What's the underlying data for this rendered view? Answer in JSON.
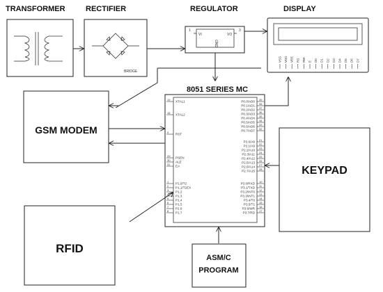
{
  "labels": {
    "transformer": "TRANSFORMER",
    "rectifier": "RECTIFIER",
    "regulator": "REGULATOR",
    "display": "DISPLAY",
    "mc_title": "8051 SERIES MC",
    "gsm": "GSM MODEM",
    "keypad": "KEYPAD",
    "rfid": "RFID",
    "program_line1": "ASM/C",
    "program_line2": "PROGRAM"
  },
  "rectifier_sub": "BRIDGE",
  "regulator_pins": {
    "vi": "VI",
    "vo": "VO",
    "gnd": "GND",
    "p1": "1",
    "p3": "3"
  },
  "display_pins": [
    "VSS",
    "VDD",
    "VEE",
    "RS",
    "RW",
    "E",
    "D0",
    "D1",
    "D2",
    "D3",
    "D4",
    "D5",
    "D6",
    "D7"
  ],
  "mc_left_pins": [
    {
      "num": "19",
      "name": "XTAL1"
    },
    {
      "num": "18",
      "name": "XTAL2"
    },
    {
      "num": "9",
      "name": "RST"
    },
    {
      "num": "29",
      "name": "PSEN"
    },
    {
      "num": "30",
      "name": "ALE"
    },
    {
      "num": "31",
      "name": "EA"
    },
    {
      "num": "1",
      "name": "P1.0/T2"
    },
    {
      "num": "2",
      "name": "P1.1/T2EX"
    },
    {
      "num": "3",
      "name": "P1.2"
    },
    {
      "num": "4",
      "name": "P1.3"
    },
    {
      "num": "5",
      "name": "P1.4"
    },
    {
      "num": "6",
      "name": "P1.5"
    },
    {
      "num": "7",
      "name": "P1.6"
    },
    {
      "num": "8",
      "name": "P1.7"
    }
  ],
  "mc_right_pins": [
    {
      "num": "39",
      "name": "P0.0/AD0"
    },
    {
      "num": "38",
      "name": "P0.1/AD1"
    },
    {
      "num": "37",
      "name": "P0.2/AD2"
    },
    {
      "num": "36",
      "name": "P0.3/AD3"
    },
    {
      "num": "35",
      "name": "P0.4/AD4"
    },
    {
      "num": "34",
      "name": "P0.5/AD5"
    },
    {
      "num": "33",
      "name": "P0.6/AD6"
    },
    {
      "num": "32",
      "name": "P0.7/AD7"
    },
    {
      "num": "21",
      "name": "P2.0/A8"
    },
    {
      "num": "22",
      "name": "P2.1/A9"
    },
    {
      "num": "23",
      "name": "P2.2/A10"
    },
    {
      "num": "24",
      "name": "P2.3/A11"
    },
    {
      "num": "25",
      "name": "P2.4/A12"
    },
    {
      "num": "26",
      "name": "P2.5/A13"
    },
    {
      "num": "27",
      "name": "P2.6/A14"
    },
    {
      "num": "28",
      "name": "P2.7/A15"
    },
    {
      "num": "10",
      "name": "P3.0/RXD"
    },
    {
      "num": "11",
      "name": "P3.1/TXD"
    },
    {
      "num": "12",
      "name": "P3.2/INT0"
    },
    {
      "num": "13",
      "name": "P3.3/INT1"
    },
    {
      "num": "14",
      "name": "P3.4/T0"
    },
    {
      "num": "15",
      "name": "P3.5/T1"
    },
    {
      "num": "16",
      "name": "P3.6/WR"
    },
    {
      "num": "17",
      "name": "P3.7/RD"
    }
  ]
}
